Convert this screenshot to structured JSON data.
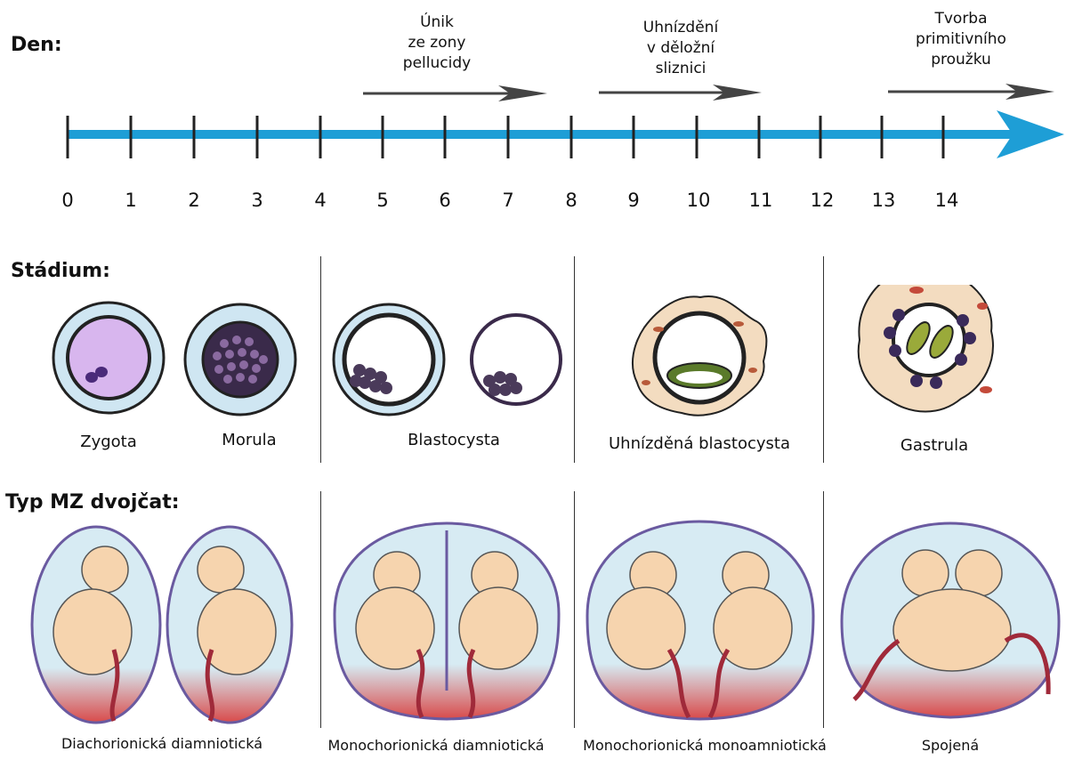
{
  "timeline": {
    "heading": "Den:",
    "days": [
      "0",
      "1",
      "2",
      "3",
      "4",
      "5",
      "6",
      "7",
      "8",
      "9",
      "10",
      "11",
      "12",
      "13",
      "14"
    ],
    "events": [
      {
        "lines": [
          "Únik",
          "ze zony",
          "pellucidy"
        ]
      },
      {
        "lines": [
          "Uhnízdění",
          "v děložní",
          "sliznici"
        ]
      },
      {
        "lines": [
          "Tvorba",
          "primitivního",
          "proužku"
        ]
      }
    ],
    "axis_color": "#1e9ed6"
  },
  "stages": {
    "heading": "Stádium:",
    "items": [
      "Zygota",
      "Morula",
      "Blastocysta",
      "Uhnízděná blastocysta",
      "Gastrula"
    ]
  },
  "twins": {
    "heading": "Typ MZ dvojčat:",
    "items": [
      "Diachorionická diamniotická",
      "Monochorionická diamniotická",
      "Monochorionická monoamniotická",
      "Spojená"
    ]
  }
}
